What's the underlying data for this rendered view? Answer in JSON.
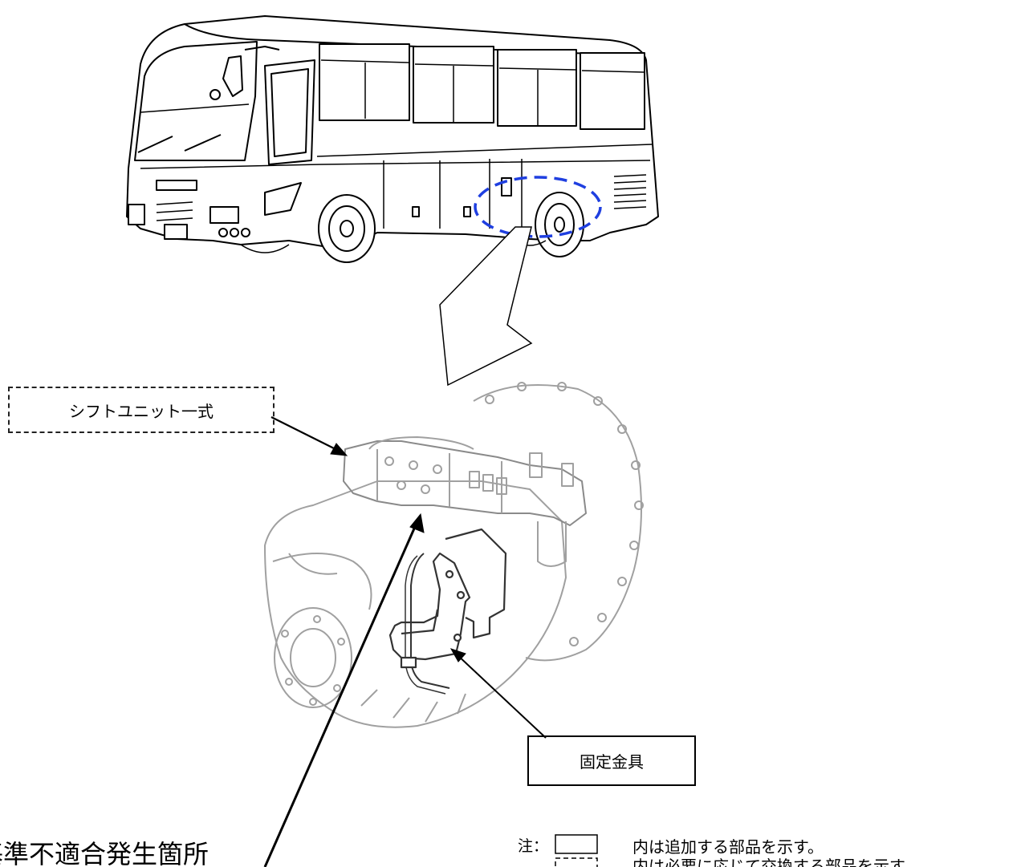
{
  "labels": {
    "shift_unit": "シフトユニット一式",
    "fixing_bracket": "固定金具",
    "defect_location": "基準不適合発生箇所"
  },
  "legend": {
    "prefix": "注：",
    "solid_note": "内は追加する部品を示す。",
    "dashed_note": "内は必要に応じて交換する部品を示す。"
  },
  "colors": {
    "highlight": "#1f3fe0",
    "line": "#000000",
    "faded_part": "#9a9a9a"
  }
}
